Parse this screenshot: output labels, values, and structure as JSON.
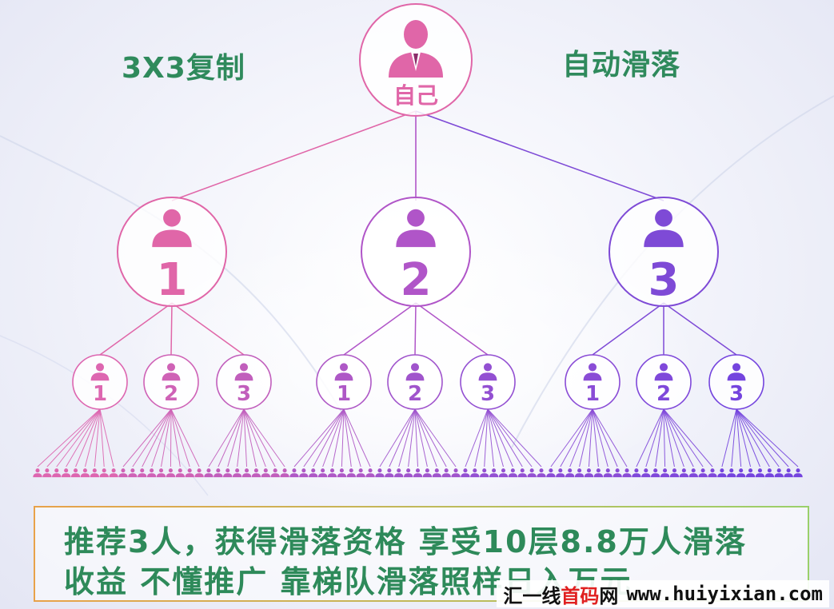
{
  "title_left": "3X3复制",
  "title_right": "自动滑落",
  "root": {
    "label": "自己",
    "icon": "business-person-icon",
    "color": "#e066a8"
  },
  "level1": [
    {
      "label": "1",
      "color": "#e066a8",
      "icon": "person-icon"
    },
    {
      "label": "2",
      "color": "#b055c8",
      "icon": "person-icon"
    },
    {
      "label": "3",
      "color": "#7e4ad6",
      "icon": "person-icon"
    }
  ],
  "level2": [
    {
      "label": "1",
      "color": "#dd66b0"
    },
    {
      "label": "2",
      "color": "#cf62b6"
    },
    {
      "label": "3",
      "color": "#c15ebc"
    },
    {
      "label": "1",
      "color": "#ae58c6"
    },
    {
      "label": "2",
      "color": "#a054cc"
    },
    {
      "label": "3",
      "color": "#9350d2"
    },
    {
      "label": "1",
      "color": "#8a4cd6"
    },
    {
      "label": "2",
      "color": "#7f48da"
    },
    {
      "label": "3",
      "color": "#7444de"
    }
  ],
  "leaf_icon": "tiny-person-icon",
  "info": {
    "line1": "推荐3人，获得滑落资格 享受10层8.8万人滑落",
    "line2": "收益 不懂推广 靠梯队滑落照样日入万元"
  },
  "watermark": {
    "cn_part1": "汇一线",
    "cn_part2": "首码",
    "cn_part3": "网",
    "url": "www.huiyixian.com"
  }
}
